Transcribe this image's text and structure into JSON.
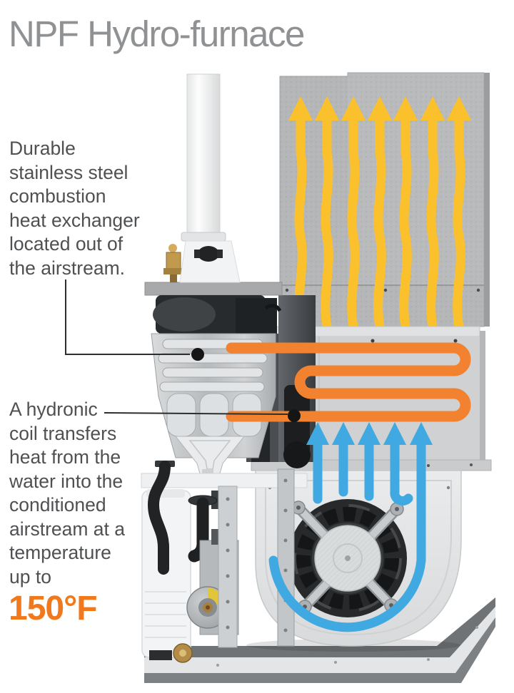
{
  "page": {
    "title": "NPF Hydro-furnace",
    "background": "#ffffff"
  },
  "annotations": {
    "heat_exchanger": {
      "text": "Durable\nstainless steel\ncombustion\nheat exchanger\nlocated out of\nthe airstream."
    },
    "hydronic_coil": {
      "text": "A hydronic\ncoil transfers\nheat from the\nwater into the\nconditioned\nairstream at a\ntemperature\nup to",
      "temperature": "150°F"
    }
  },
  "colors": {
    "title": "#8f9193",
    "body_text": "#4f5052",
    "temperature": "#f1791d",
    "supply_air_arrows": "#fbc12d",
    "return_air_arrows": "#41a9e1",
    "coil": "#f28130",
    "leader_line": "#2e2e2e",
    "leader_dot": "#151515"
  },
  "diagram": {
    "supply_arrow_count": 7,
    "return_arrow_count": 5,
    "coil_pass_count": 4
  }
}
